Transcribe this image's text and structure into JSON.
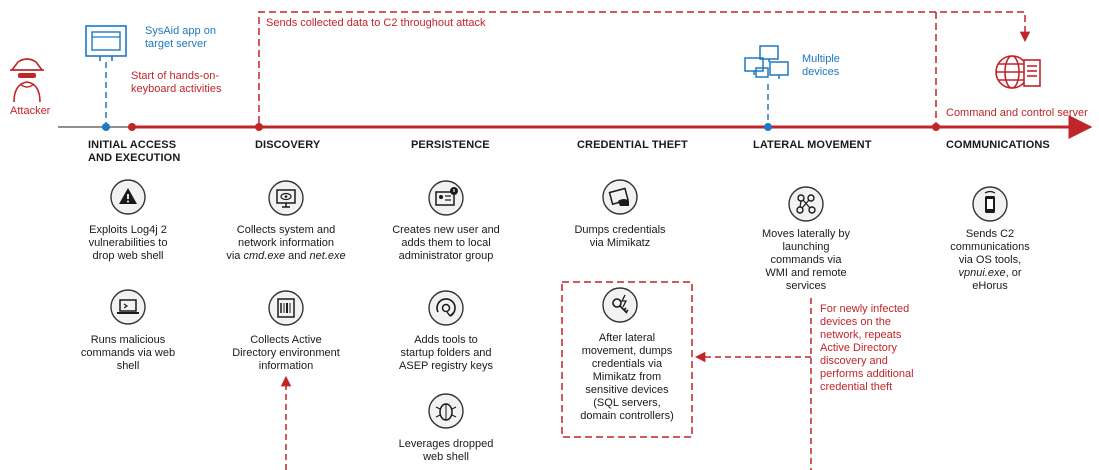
{
  "colors": {
    "red": "#c0252a",
    "blue": "#1e78c2",
    "text": "#1a1a1a",
    "icon_fill": "#f2f2f2",
    "icon_stroke": "#333333"
  },
  "top_labels": {
    "attacker": "Attacker",
    "sysaid": "SysAid app on target server",
    "sysaid_line1": "SysAid app on",
    "sysaid_line2": "target server",
    "start_line1": "Start of hands-on-",
    "start_line2": "keyboard activities",
    "sends_c2": "Sends collected data to C2 throughout attack",
    "multiple_line1": "Multiple",
    "multiple_line2": "devices",
    "c2_server": "Command and control server"
  },
  "phases": [
    {
      "title_line1": "INITIAL ACCESS",
      "title_line2": "AND EXECUTION"
    },
    {
      "title_line1": "DISCOVERY",
      "title_line2": ""
    },
    {
      "title_line1": "PERSISTENCE",
      "title_line2": ""
    },
    {
      "title_line1": "CREDENTIAL THEFT",
      "title_line2": ""
    },
    {
      "title_line1": "LATERAL MOVEMENT",
      "title_line2": ""
    },
    {
      "title_line1": "COMMUNICATIONS",
      "title_line2": ""
    }
  ],
  "steps": {
    "initial_1": [
      "Exploits Log4j 2",
      "vulnerabilities to",
      "drop web shell"
    ],
    "initial_2": [
      "Runs malicious",
      "commands via web",
      "shell"
    ],
    "discovery_1": {
      "l1": "Collects system and",
      "l2": "network information",
      "l3_a": "via ",
      "l3_b": "cmd.exe",
      "l3_c": " and ",
      "l3_d": "net.exe"
    },
    "discovery_2": [
      "Collects Active",
      "Directory environment",
      "information"
    ],
    "persistence_1": [
      "Creates new user and",
      "adds them to local",
      "administrator group"
    ],
    "persistence_2": [
      "Adds tools to",
      "startup folders and",
      "ASEP registry keys"
    ],
    "persistence_3": [
      "Leverages dropped",
      "web shell"
    ],
    "credential_1": [
      "Dumps credentials",
      "via Mimikatz"
    ],
    "credential_2": [
      "After lateral",
      "movement, dumps",
      "credentials via",
      "Mimikatz from",
      "sensitive devices",
      "(SQL servers,",
      "domain controllers)"
    ],
    "lateral_1": [
      "Moves laterally by",
      "launching",
      "commands via",
      "WMI and remote",
      "services"
    ],
    "lateral_note": [
      "For newly infected",
      "devices on the",
      "network, repeats",
      "Active Directory",
      "discovery and",
      "performs additional",
      "credential theft"
    ],
    "comms_1": {
      "l1": "Sends C2",
      "l2": "communications",
      "l3": "via OS tools,",
      "l4_a": "vpnui.exe",
      "l4_b": ", or",
      "l5": "eHorus"
    }
  },
  "icons": [
    "attacker-icon",
    "server-app-icon",
    "multiple-devices-icon",
    "globe-server-icon",
    "warning-icon",
    "laptop-shell-icon",
    "monitor-eye-icon",
    "document-barcode-icon",
    "user-card-icon",
    "gear-cycle-icon",
    "bug-icon",
    "credential-card-icon",
    "key-lightning-icon",
    "network-nodes-icon",
    "mobile-device-icon"
  ]
}
